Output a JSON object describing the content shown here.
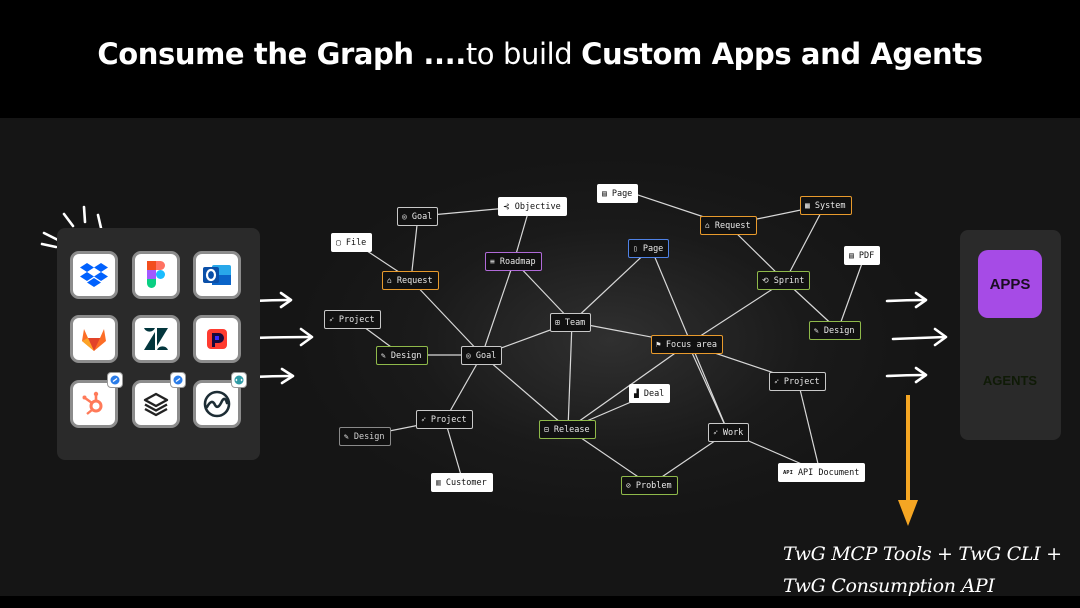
{
  "title": {
    "bold_left": "Consume the Graph ....",
    "thin_middle": "to build ",
    "bold_right": "Custom Apps and Agents"
  },
  "sources": {
    "apps": [
      {
        "name": "dropbox-icon",
        "color": "#0061fe"
      },
      {
        "name": "figma-icon",
        "color": "#f24e1e"
      },
      {
        "name": "outlook-icon",
        "color": "#0a64c8"
      },
      {
        "name": "gitlab-icon",
        "color": "#fc6d26"
      },
      {
        "name": "zendesk-icon",
        "color": "#03363d"
      },
      {
        "name": "pagerduty-icon",
        "color": "#ff3b30"
      },
      {
        "name": "hubspot-icon",
        "color": "#ff7a59"
      },
      {
        "name": "stack-icon",
        "color": "#333333"
      },
      {
        "name": "basecamp-icon",
        "color": "#1d2d35"
      }
    ]
  },
  "graph": {
    "nodes": [
      {
        "id": "goal1",
        "label": "Goal",
        "icon": "target-icon",
        "style": "dark"
      },
      {
        "id": "objective",
        "label": "Objective",
        "icon": "split-icon",
        "style": "white"
      },
      {
        "id": "page1",
        "label": "Page",
        "icon": "document-icon",
        "style": "white"
      },
      {
        "id": "request2",
        "label": "Request",
        "icon": "inbox-icon",
        "style": "orange"
      },
      {
        "id": "system",
        "label": "System",
        "icon": "calculator-icon",
        "style": "orange"
      },
      {
        "id": "file",
        "label": "File",
        "icon": "file-icon",
        "style": "white"
      },
      {
        "id": "request1",
        "label": "Request",
        "icon": "inbox-icon",
        "style": "orange"
      },
      {
        "id": "roadmap",
        "label": "Roadmap",
        "icon": "roadmap-icon",
        "style": "purple"
      },
      {
        "id": "page2",
        "label": "Page",
        "icon": "page-icon",
        "style": "blue"
      },
      {
        "id": "pdf",
        "label": "PDF",
        "icon": "pdf-icon",
        "style": "white"
      },
      {
        "id": "sprint",
        "label": "Sprint",
        "icon": "sprint-icon",
        "style": "green"
      },
      {
        "id": "project1",
        "label": "Project",
        "icon": "rocket-icon",
        "style": "dark"
      },
      {
        "id": "team",
        "label": "Team",
        "icon": "team-icon",
        "style": "dark"
      },
      {
        "id": "design1",
        "label": "Design",
        "icon": "pen-icon",
        "style": "green"
      },
      {
        "id": "goal2",
        "label": "Goal",
        "icon": "target-icon",
        "style": "dark"
      },
      {
        "id": "focus",
        "label": "Focus area",
        "icon": "flag-icon",
        "style": "orange"
      },
      {
        "id": "design2",
        "label": "Design",
        "icon": "pen-icon",
        "style": "green"
      },
      {
        "id": "project2",
        "label": "Project",
        "icon": "rocket-icon",
        "style": "dark"
      },
      {
        "id": "deal",
        "label": "Deal",
        "icon": "chart-icon",
        "style": "white"
      },
      {
        "id": "project3",
        "label": "Project",
        "icon": "rocket-icon",
        "style": "dark"
      },
      {
        "id": "release",
        "label": "Release",
        "icon": "box-icon",
        "style": "green"
      },
      {
        "id": "design3",
        "label": "Design",
        "icon": "pen-icon",
        "style": "dim"
      },
      {
        "id": "work",
        "label": "Work",
        "icon": "rocket-icon",
        "style": "dark"
      },
      {
        "id": "apidoc",
        "label": "API Document",
        "icon": "api-icon",
        "style": "white"
      },
      {
        "id": "customer",
        "label": "Customer",
        "icon": "building-icon",
        "style": "white"
      },
      {
        "id": "problem",
        "label": "Problem",
        "icon": "ban-icon",
        "style": "green"
      }
    ],
    "api_badge": "API"
  },
  "outputs": {
    "apps_label": "APPS",
    "agents_label": "AGENTS",
    "apps_color": "#a64be6",
    "agents_color": "#6fa534"
  },
  "note": {
    "line1": "TwG MCP Tools + TwG CLI +",
    "line2": "TwG Consumption API",
    "arrow_color": "#f5a623"
  }
}
